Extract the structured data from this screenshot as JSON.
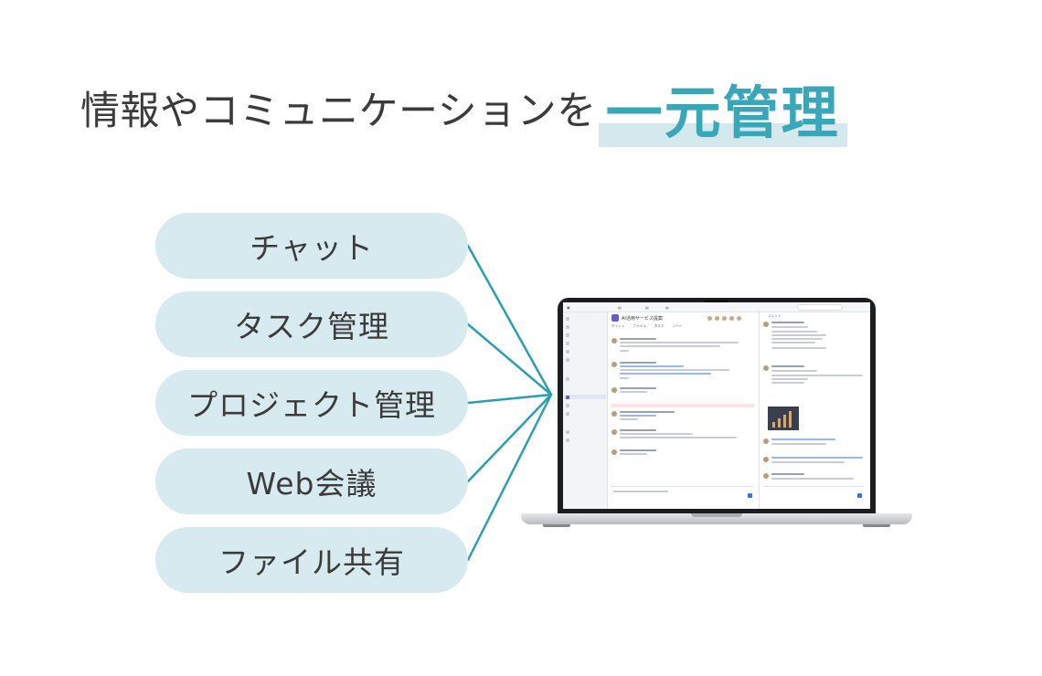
{
  "headline": {
    "normal": "情報やコミュニケーションを",
    "emphasis": "一元管理"
  },
  "features": [
    {
      "label": "チャット"
    },
    {
      "label": "タスク管理"
    },
    {
      "label": "プロジェクト管理"
    },
    {
      "label": "Web会議"
    },
    {
      "label": "ファイル共有"
    }
  ],
  "colors": {
    "accent": "#3aa6b9",
    "pill_bg": "#d7eaef",
    "line": "#2a9fb2",
    "text": "#3b3b3b"
  },
  "laptop_screen": {
    "icon": "app-screenshot",
    "project_title": "AI活用サービス提案",
    "tabs": [
      "チャット",
      "ファイル",
      "タスク",
      "ノート"
    ],
    "thread_title": "スレッド"
  }
}
